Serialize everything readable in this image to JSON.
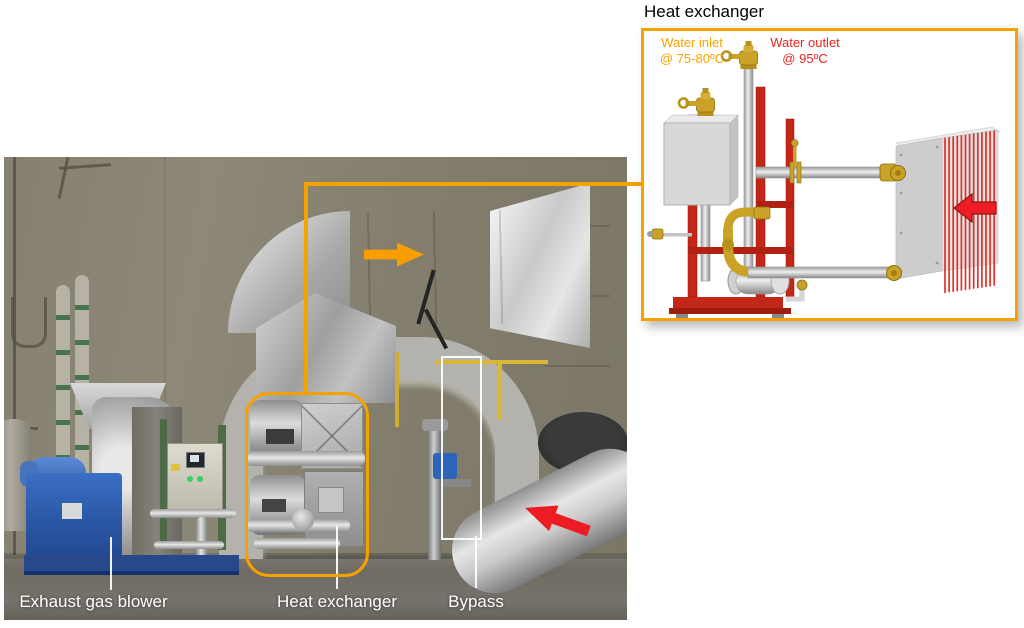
{
  "inset": {
    "title": "Heat exchanger",
    "water_inlet": {
      "line1": "Water inlet",
      "line2": "@ 75-80ºC",
      "color": "#FFA200"
    },
    "water_outlet": {
      "line1": "Water outlet",
      "line2": "@ 95ºC",
      "color": "#E8251F"
    }
  },
  "photo": {
    "labels": {
      "exhaust": "Exhaust gas blower",
      "heat_exchanger": "Heat exchanger",
      "bypass": "Bypass"
    }
  },
  "colors": {
    "callout_orange": "#F5A100",
    "flow_arrow_orange": "#F89E00",
    "flow_arrow_red": "#ED1C24",
    "cad_frame_red": "#C22718",
    "cad_brass": "#C9A227"
  },
  "icons": {
    "flow_right_arrow": "orange arrow pointing right (gas flow in duct)",
    "flow_left_arrow": "red arrow pointing left (hot gas into exchanger)"
  }
}
